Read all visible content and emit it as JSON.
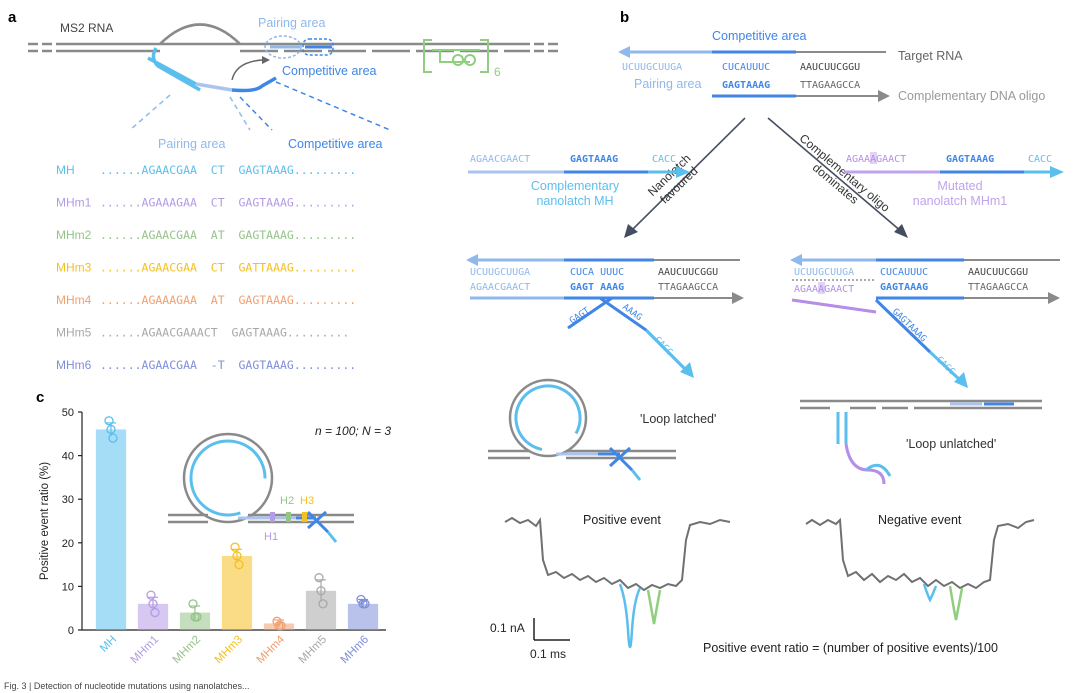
{
  "colors": {
    "mh": "#5bbfee",
    "mhm1": "#b49be6",
    "mhm2": "#95c489",
    "mhm3": "#f4c020",
    "mhm4": "#f0a070",
    "mhm5": "#a8a8a8",
    "mhm6": "#7f8fd8",
    "blue": "#3f86e6",
    "lightblue": "#8fb9ec",
    "grey": "#8a8a8a",
    "dark": "#454e60",
    "green": "#8fcf7f",
    "purple": "#b48ee8"
  },
  "panel_a": {
    "label": "a",
    "ms2": "MS2 RNA",
    "pairing_top": "Pairing area",
    "competitive_top": "Competitive area",
    "repeat": "6",
    "pairing_header": "Pairing area",
    "competitive_header": "Competitive area",
    "rows": [
      {
        "name": "MH",
        "seq": "......AGAACGAA  CT  GAGTAAAG.........",
        "color_key": "mh"
      },
      {
        "name": "MHm1",
        "seq": "......AGAAAGAA  CT  GAGTAAAG.........",
        "color_key": "mhm1"
      },
      {
        "name": "MHm2",
        "seq": "......AGAACGAA  AT  GAGTAAAG.........",
        "color_key": "mhm2"
      },
      {
        "name": "MHm3",
        "seq": "......AGAACGAA  CT  GATTAAAG.........",
        "color_key": "mhm3"
      },
      {
        "name": "MHm4",
        "seq": "......AGAAAGAA  AT  GAGTAAAG.........",
        "color_key": "mhm4"
      },
      {
        "name": "MHm5",
        "seq": "......AGAACGAAACT  GAGTAAAG.........",
        "color_key": "mhm5"
      },
      {
        "name": "MHm6",
        "seq": "......AGAACGAA  -T  GAGTAAAG.........",
        "color_key": "mhm6"
      }
    ]
  },
  "panel_b": {
    "label": "b",
    "competitive": "Competitive area",
    "target_rna": "Target RNA",
    "pairing": "Pairing area",
    "comp_dna": "Complementary DNA oligo",
    "top_seq1a": "UCUUGCUUGA",
    "top_seq1b": "CUCAUUUC",
    "top_seq1c": "AAUCUUCGGU",
    "top_seq2a": "GAGTAAAG",
    "top_seq2b": "TTAGAAGCCA",
    "left_seq_a": "AGAACGAACT",
    "left_seq_b": "GAGTAAAG",
    "left_seq_c": "CACC",
    "left_caption1": "Complementary",
    "left_caption2": "nanolatch MH",
    "right_seq_a": "AGAAAGAACT",
    "right_seq_b": "GAGTAAAG",
    "right_seq_c": "CACC",
    "right_caption1": "Mutated",
    "right_caption2": "nanolatch MHm1",
    "arrow_left1": "Nanolatch",
    "arrow_left2": "favoured",
    "arrow_right1": "Complementary oligo",
    "arrow_right2": "dominates",
    "ll_r1a": "UCUUGCUUGA",
    "ll_r1b": "CUCA UUUC",
    "ll_r1c": "AAUCUUCGGU",
    "ll_r2a": "AGAACGAACT",
    "ll_r2b": "GAGT AAAG",
    "ll_r2c": "TTAGAAGCCA",
    "ll_tail1": "GAGT",
    "ll_tail2": "AAAG",
    "ll_tail3": "CACC",
    "rr_r1a": "UCUUGCUUGA",
    "rr_r1b": "CUCAUUUC",
    "rr_r1c": "AAUCUUCGGU",
    "rr_r2a": "AGAAAGAACT",
    "rr_r2b": "GAGTAAAG",
    "rr_r2c": "TTAGAAGCCA",
    "rr_tail1": "GAGTAAAG",
    "rr_tail2": "CACC",
    "loop_latched": "'Loop latched'",
    "loop_unlatched": "'Loop unlatched'",
    "positive_event": "Positive event",
    "negative_event": "Negative event",
    "scale_current": "0.1 nA",
    "scale_time": "0.1 ms",
    "ratio_formula": "Positive event ratio = (number of positive events)/100"
  },
  "panel_c": {
    "label": "c",
    "n_label": "n = 100; N = 3",
    "h1": "H1",
    "h2": "H2",
    "h3": "H3"
  },
  "chart_data": {
    "type": "bar",
    "categories": [
      "MH",
      "MHm1",
      "MHm2",
      "MHm3",
      "MHm4",
      "MHm5",
      "MHm6"
    ],
    "values": [
      46,
      6,
      4,
      17,
      1.5,
      9,
      6
    ],
    "errors": [
      1.5,
      1.5,
      1.5,
      1.5,
      0.8,
      2.5,
      1
    ],
    "points": [
      [
        48,
        46,
        44
      ],
      [
        8,
        6,
        4
      ],
      [
        6,
        3,
        3
      ],
      [
        19,
        17,
        15
      ],
      [
        2,
        1,
        1
      ],
      [
        12,
        9,
        6
      ],
      [
        7,
        6,
        6
      ]
    ],
    "ylabel": "Positive event ratio (%)",
    "xlabel": "",
    "title": "",
    "ylim": [
      0,
      50
    ],
    "yticks": [
      0,
      10,
      20,
      30,
      40,
      50
    ],
    "color_keys": [
      "mh",
      "mhm1",
      "mhm2",
      "mhm3",
      "mhm4",
      "mhm5",
      "mhm6"
    ]
  },
  "caption_fragment": "Fig. 3 | Detection of nucleotide mutations using nanolatches..."
}
